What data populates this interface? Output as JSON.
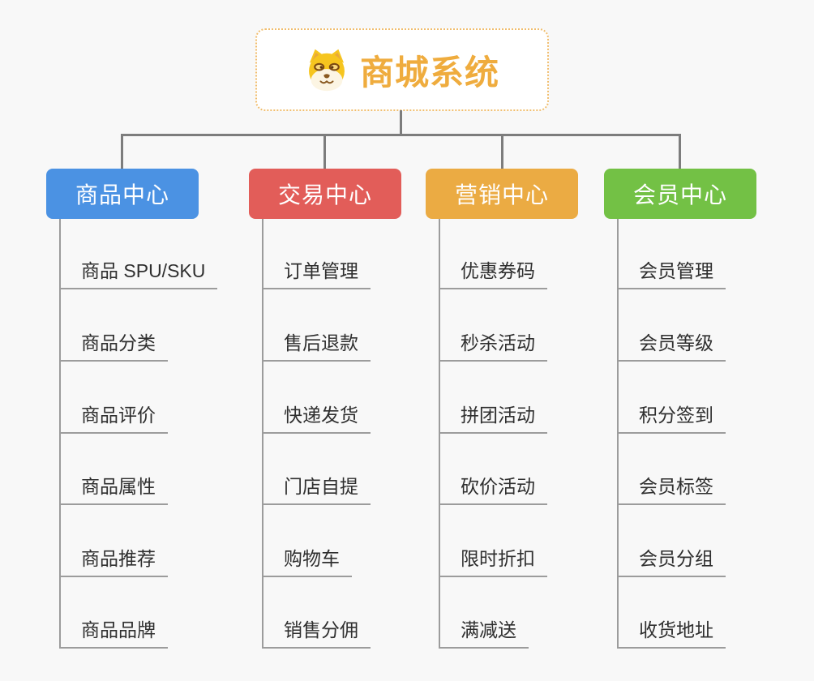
{
  "root": {
    "label": "商城系统",
    "icon": "dog-face-icon",
    "text_color": "#efac3e",
    "border_color": "#f0bd6d",
    "background": "#ffffff"
  },
  "branches": [
    {
      "label": "商品中心",
      "color": "#4b92e3",
      "items": [
        "商品 SPU/SKU",
        "商品分类",
        "商品评价",
        "商品属性",
        "商品推荐",
        "商品品牌"
      ]
    },
    {
      "label": "交易中心",
      "color": "#e25d59",
      "items": [
        "订单管理",
        "售后退款",
        "快递发货",
        "门店自提",
        "购物车",
        "销售分佣"
      ]
    },
    {
      "label": "营销中心",
      "color": "#ebab43",
      "items": [
        "优惠券码",
        "秒杀活动",
        "拼团活动",
        "砍价活动",
        "限时折扣",
        "满减送"
      ]
    },
    {
      "label": "会员中心",
      "color": "#73c145",
      "items": [
        "会员管理",
        "会员等级",
        "积分签到",
        "会员标签",
        "会员分组",
        "收货地址"
      ]
    }
  ],
  "colors": {
    "background": "#f8f8f8",
    "connector": "#7d7d7d",
    "item_line": "#9c9c9c",
    "item_text": "#2f2f2f"
  }
}
